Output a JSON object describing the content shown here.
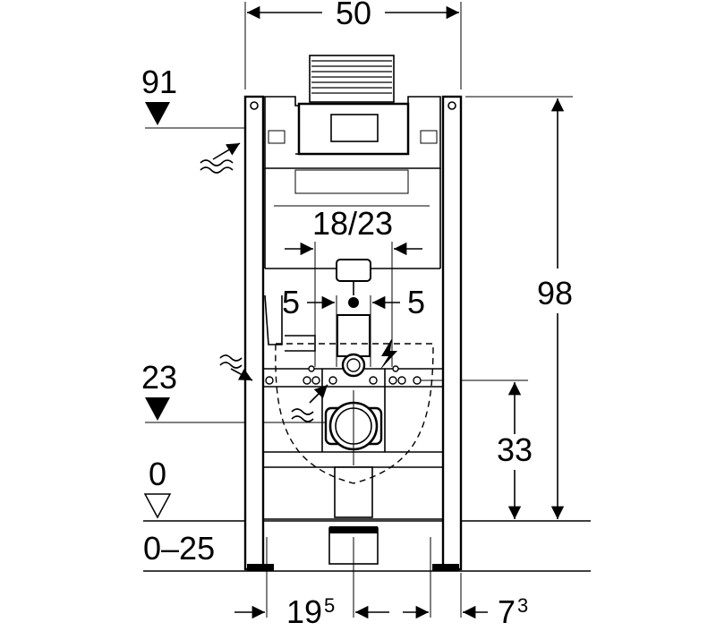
{
  "dimensions": {
    "width_top": "50",
    "height_flush_label": "91",
    "height_total": "98",
    "pipe_spacing": "18/23",
    "offset_left": "5",
    "offset_right": "5",
    "height_connection_label": "23",
    "height_drain": "33",
    "floor_level": "0",
    "floor_range": "0–25",
    "bottom_left_base": "19",
    "bottom_left_sup": "5",
    "bottom_right_base": "7",
    "bottom_right_sup": "3"
  },
  "icons": {
    "water_supply": "water-wave-icon",
    "electric": "lightning-icon"
  }
}
